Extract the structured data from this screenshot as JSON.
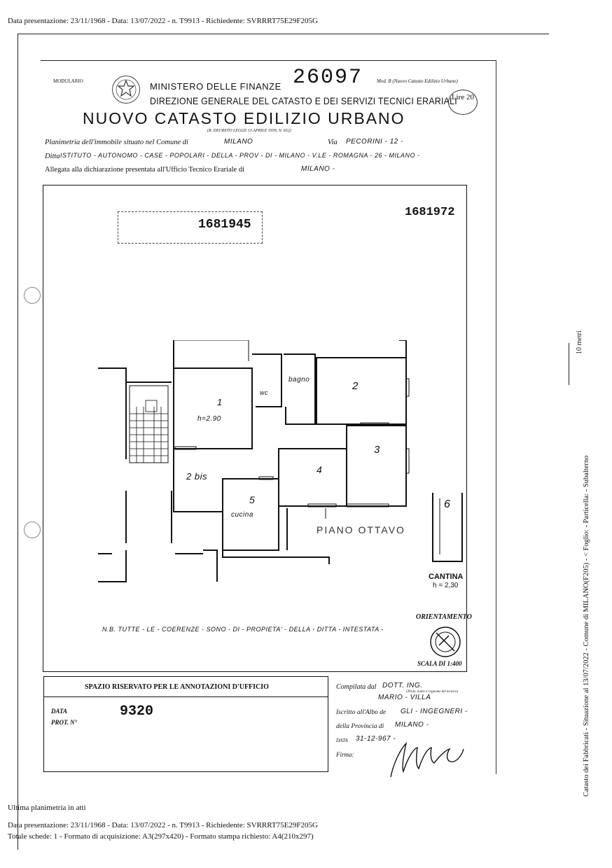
{
  "header": {
    "top_line": "Data presentazione: 23/11/1968 - Data: 13/07/2022 - n. T9913 - Richiedente: SVRRRT75E29F205G"
  },
  "form": {
    "modulario": "MODULARIO",
    "ministry": "MINISTERO DELLE FINANZE",
    "stamp_number": "26097",
    "mod_b": "Mod. B (Nuovo Catasto Edilizio Urbano)",
    "direction": "DIREZIONE GENERALE DEL CATASTO E DEI SERVIZI TECNICI ERARIALI",
    "price": "Lire 20",
    "main_title": "NUOVO CATASTO EDILIZIO URBANO",
    "decree": "(R. DECRETO LEGGE 13 APRILE 1939, N. 652)",
    "planimetria_label": "Planimetria dell'immobile situato nel Comune di",
    "comune": "MILANO",
    "via_label": "Via",
    "via": "PECORINI - 12 -",
    "ditta_label": "Ditta",
    "ditta": "ISTITUTO - AUTONOMO - CASE - POPOLARI - DELLA - PROV - DI - MILANO - V.LE - ROMAGNA - 26 - MILANO -",
    "allegata_label": "Allegata alla dichiarazione presentata all'Ufficio Tecnico Erariale di",
    "ufficio": "MILANO -"
  },
  "plan": {
    "stamp_number_left": "1681945",
    "stamp_number_right": "1681972",
    "rooms": [
      {
        "id": "room-1",
        "label": "1"
      },
      {
        "id": "room-height",
        "label": "h=2.90"
      },
      {
        "id": "room-wc",
        "label": "wc"
      },
      {
        "id": "room-bagno",
        "label": "bagno"
      },
      {
        "id": "room-2",
        "label": "2"
      },
      {
        "id": "room-3",
        "label": "3"
      },
      {
        "id": "room-4",
        "label": "4"
      },
      {
        "id": "room-5",
        "label": "5"
      },
      {
        "id": "room-cucina",
        "label": "cucina"
      },
      {
        "id": "room-2bis",
        "label": "2 bis"
      }
    ],
    "floor_label": "PIANO OTTAVO",
    "cantina_number": "6",
    "cantina_label": "CANTINA",
    "cantina_height": "h = 2,30",
    "note": "N.B. TUTTE - LE - COERENZE - SONO - DI - PROPIETA' - DELLA - DITTA - INTESTATA -",
    "orientation_label": "ORIENTAMENTO",
    "scale_label": "SCALA DI 1:400"
  },
  "office": {
    "section_title": "SPAZIO RISERVATO PER LE ANNOTAZIONI D'UFFICIO",
    "data_label": "DATA",
    "prot_label": "PROT. N°",
    "prot_number": "9320"
  },
  "compiler": {
    "compilata_label": "Compilata dal",
    "title": "DOTT. ING.",
    "note_small": "(Titolo, nome e cognome del tecnico)",
    "name": "MARIO - VILLA",
    "iscritto_label": "Iscritto all'Albo de",
    "albo": "GLI - INGEGNERI -",
    "provincia_label": "della Provincia di",
    "provincia": "MILANO -",
    "data_label": "DATA",
    "data": "31-12-967 -",
    "firma_label": "Firma:"
  },
  "side": {
    "scale_bar": "10 metri",
    "suballerno": "Catasto dei Fabbricati - Situazione al 13/07/2022 - Comune di MILANO(F205) - < Foglio: - Particella: - Subalterno"
  },
  "footer": {
    "ultima": "Ultima planimetria in atti",
    "line1": "Data presentazione: 23/11/1968 - Data: 13/07/2022 - n. T9913 - Richiedente: SVRRRT75E29F205G",
    "line2": "Totale schede: 1 - Formato di acquisizione: A3(297x420) - Formato stampa richiesto: A4(210x297)"
  }
}
